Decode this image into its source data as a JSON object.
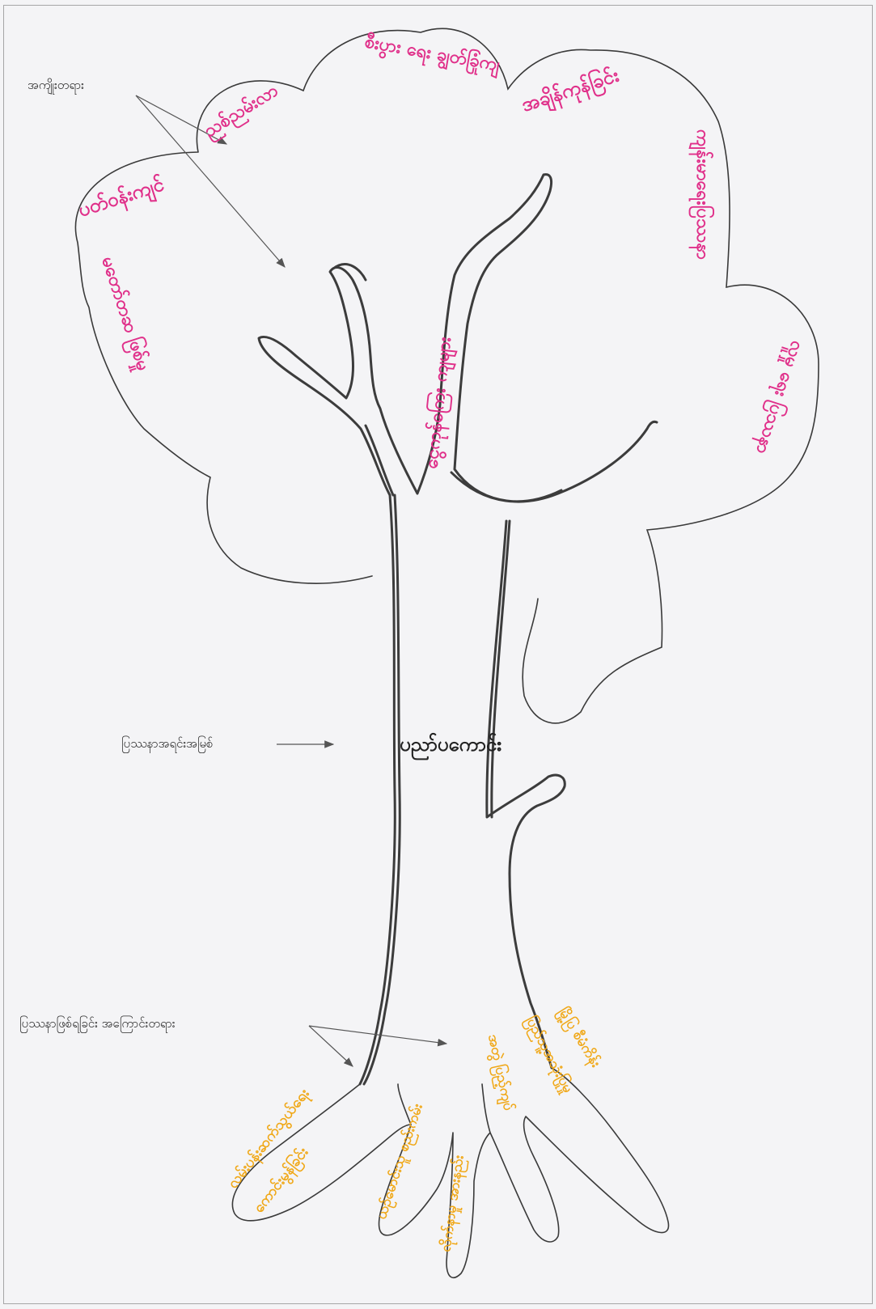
{
  "labels": {
    "fruits": "အကျိုးတရား",
    "core_problem": "ပြဿနာအရင်းအမြစ်",
    "causes": "ပြဿနာဖြစ်ရခြင်း အကြောင်းတရား"
  },
  "trunk_text": "ပညာ်ပကောင်း",
  "fruit_texts": [
    "ပတ်ဝန်းကျင်",
    "ညစ်ညမ်းလာ",
    "စီးပွား ရေး ချွတ်ခြုံကျ",
    "အချိန်ကုန်ခြင်း",
    "ကျန်းမာရေးပြဿနာ",
    "ငွေကုန်ကြေး ကျများ",
    "မတော်တဆ ဖြစ်မှု",
    "လူမှု ရေး ပြဿနာ"
  ],
  "cause_texts": [
    "လမ်းပန်းဆက်သွယ်ရေး",
    "ကောင်းမွန်ခြင်း",
    "ယဉ်မောင်းသူ စည်းကမ်း",
    "လိုက်နာမှု အားနည်း",
    "အတွဲ ပြည့်ကျပ်",
    "ပြည်သူ့အသုံးပြုမှု",
    "မြို့ပြ စီမံကိန်း"
  ],
  "colors": {
    "background": "#f4f4f6",
    "outline": "#3a3a3a",
    "trunk": "#3c3c3c",
    "fruit_text": "#e0308a",
    "cause_text": "#f0a818",
    "label_text": "#2a2a2a"
  }
}
